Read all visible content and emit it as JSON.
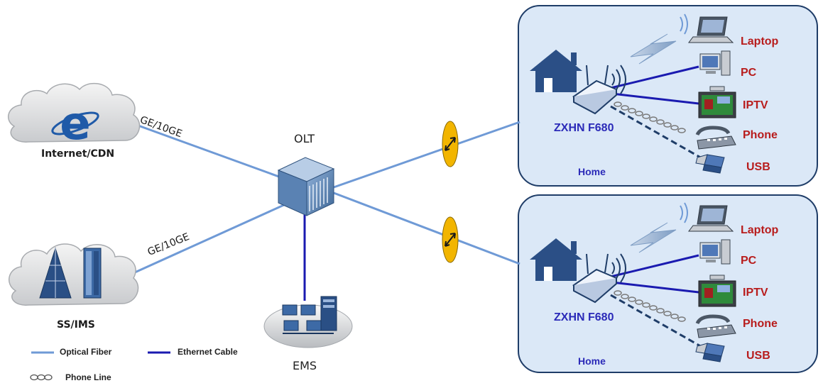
{
  "colors": {
    "optical_fiber": "#6f9ad6",
    "ethernet_cable": "#1a1ab0",
    "phone_line": "#7a7a7a",
    "home_fill": "#dbe8f7",
    "home_border": "#1f3d68",
    "device_label": "#b81c1c",
    "ont_label": "#2b2ab8",
    "splitter": "#f2b500"
  },
  "network": {
    "internet": {
      "label": "Internet/CDN",
      "icon": "ie-globe-icon"
    },
    "ss_ims": {
      "label": "SS/IMS",
      "icon": "softswitch-server-icon"
    },
    "uplink_top": {
      "label": "GE/10GE"
    },
    "uplink_bottom": {
      "label": "GE/10GE"
    },
    "olt": {
      "label": "OLT",
      "icon": "olt-chassis-icon"
    },
    "ems": {
      "label": "EMS",
      "icon": "server-cluster-icon"
    },
    "splitters": [
      {
        "icon": "optical-splitter-icon"
      },
      {
        "icon": "optical-splitter-icon"
      }
    ]
  },
  "homes": [
    {
      "area_label": "Home",
      "ont_label": "ZXHN F680",
      "devices": [
        {
          "label": "Laptop",
          "icon": "laptop-icon",
          "link": "wireless"
        },
        {
          "label": "PC",
          "icon": "pc-icon",
          "link": "ethernet"
        },
        {
          "label": "IPTV",
          "icon": "tv-icon",
          "link": "ethernet"
        },
        {
          "label": "Phone",
          "icon": "phone-icon",
          "link": "phone-line"
        },
        {
          "label": "USB",
          "icon": "usb-drive-icon",
          "link": "usb"
        }
      ]
    },
    {
      "area_label": "Home",
      "ont_label": "ZXHN F680",
      "devices": [
        {
          "label": "Laptop",
          "icon": "laptop-icon",
          "link": "wireless"
        },
        {
          "label": "PC",
          "icon": "pc-icon",
          "link": "ethernet"
        },
        {
          "label": "IPTV",
          "icon": "tv-icon",
          "link": "ethernet"
        },
        {
          "label": "Phone",
          "icon": "phone-icon",
          "link": "phone-line"
        },
        {
          "label": "USB",
          "icon": "usb-drive-icon",
          "link": "usb"
        }
      ]
    }
  ],
  "legend": {
    "optical_fiber": "Optical Fiber",
    "ethernet_cable": "Ethernet Cable",
    "phone_line": "Phone Line"
  }
}
